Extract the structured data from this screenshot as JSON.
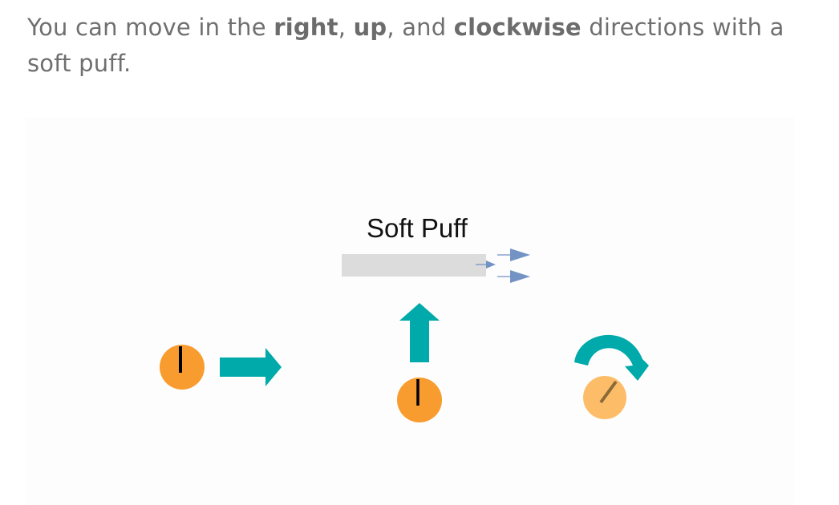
{
  "intro": {
    "part1": "You can move in the ",
    "right": "right",
    "sep1": ", ",
    "up": "up",
    "sep2": ", and ",
    "clockwise": "clockwise",
    "part2": " directions with a soft puff."
  },
  "diagram": {
    "title": "Soft Puff",
    "puffer_color": "#dcdcdc",
    "puff_arrow_color": "#7393c4",
    "direction_arrow_color": "#00aaaa",
    "body_color": "#f99c2f",
    "rotated_body_color": "#fdbd68",
    "moves": [
      {
        "direction": "right",
        "icon": "arrow-right-icon"
      },
      {
        "direction": "up",
        "icon": "arrow-up-icon"
      },
      {
        "direction": "clockwise",
        "icon": "rotate-clockwise-icon"
      }
    ]
  }
}
